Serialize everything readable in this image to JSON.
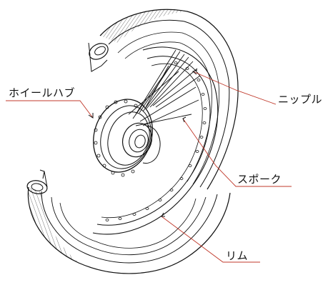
{
  "labels": {
    "hub": "ホイールハブ",
    "nipple": "ニップル",
    "spoke": "スポーク",
    "rim": "リム"
  },
  "colors": {
    "ink": "#111111",
    "leader": "#c0392b",
    "background": "#ffffff"
  }
}
